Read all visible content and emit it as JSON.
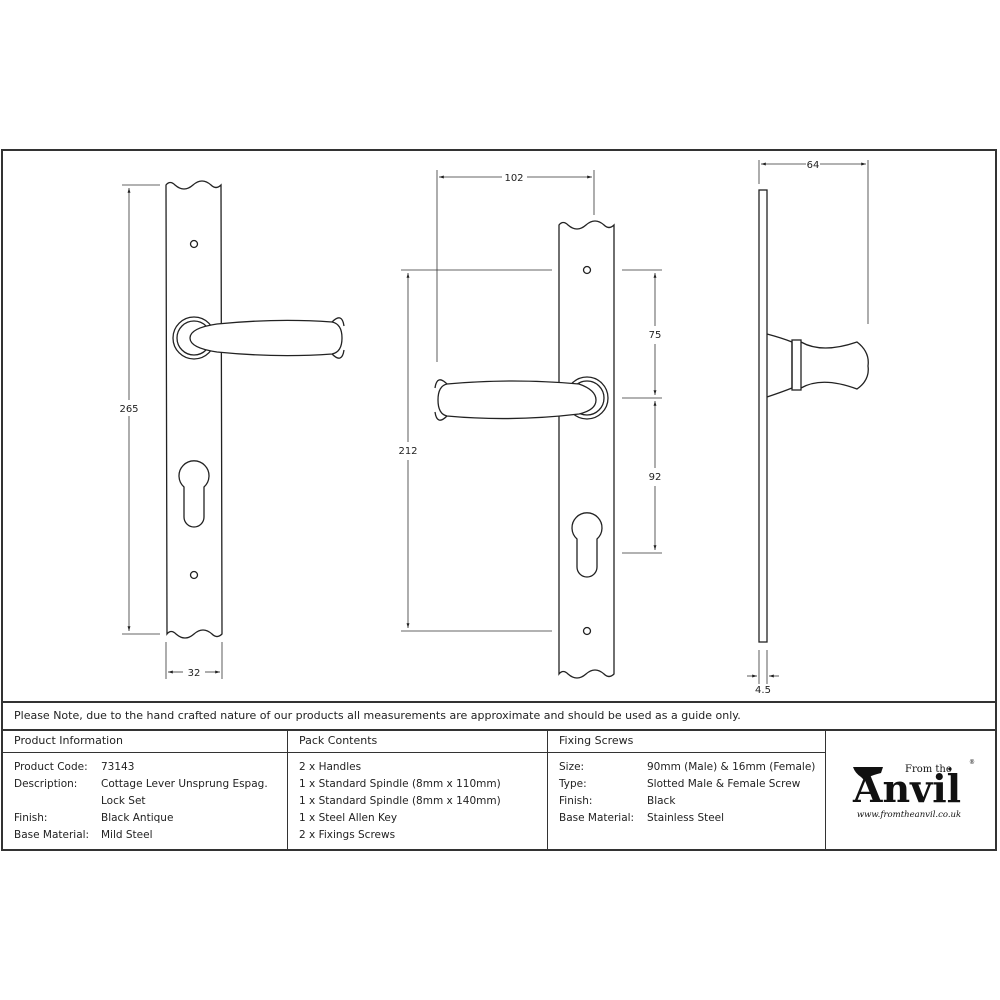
{
  "dimensions": {
    "front_left": {
      "height": "265",
      "width": "32"
    },
    "front_center": {
      "projection": "102",
      "overall_fixings": "212",
      "upper": "75",
      "lower": "92"
    },
    "side": {
      "depth": "64",
      "thickness": "4.5"
    }
  },
  "note": "Please Note, due to the hand crafted nature of our products all measurements are approximate and should be used as a guide only.",
  "product_information": {
    "header": "Product Information",
    "rows": [
      {
        "key": "Product Code:",
        "value": "73143"
      },
      {
        "key": "Description:",
        "value": "Cottage Lever Unsprung Espag."
      },
      {
        "key": "",
        "value": "Lock Set"
      },
      {
        "key": "Finish:",
        "value": "Black Antique"
      },
      {
        "key": "Base Material:",
        "value": "Mild Steel"
      }
    ]
  },
  "pack_contents": {
    "header": "Pack Contents",
    "items": [
      "2 x Handles",
      "1 x Standard Spindle (8mm x 110mm)",
      "1 x Standard Spindle (8mm x 140mm)",
      "1 x Steel Allen Key",
      "2 x Fixings Screws"
    ]
  },
  "fixing_screws": {
    "header": "Fixing Screws",
    "rows": [
      {
        "key": "Size:",
        "value": "90mm (Male) & 16mm (Female)"
      },
      {
        "key": "Type:",
        "value": "Slotted Male & Female Screw"
      },
      {
        "key": "Finish:",
        "value": "Black"
      },
      {
        "key": "Base Material:",
        "value": "Stainless Steel"
      }
    ]
  },
  "logo": {
    "from_the": "From the",
    "brand": "Anvil",
    "url": "www.fromtheanvil.co.uk",
    "registered": "®"
  }
}
